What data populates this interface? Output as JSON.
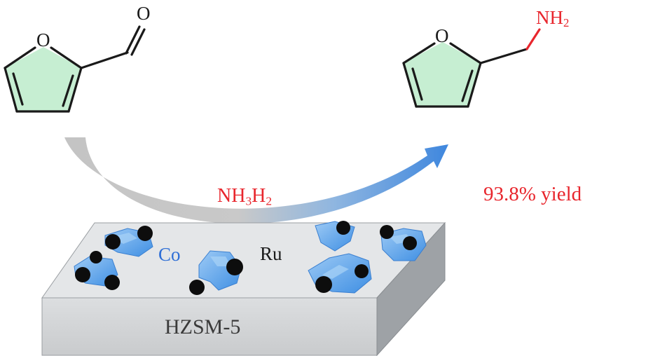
{
  "reactant": {
    "oxygen_label": "O",
    "carbonyl_label": "O"
  },
  "product": {
    "oxygen_label": "O",
    "amine_label": "NH",
    "amine_subscript": "2"
  },
  "reagents": {
    "part1": "NH",
    "sub1": "3",
    "part2": "H",
    "sub2": "2"
  },
  "yield_label": "93.8% yield",
  "catalyst": {
    "cobalt_label": "Co",
    "ruthenium_label": "Ru",
    "support_label": "HZSM-5"
  },
  "colors": {
    "ring_fill": "#c6eed2",
    "bond": "#1a1a1a",
    "highlight": "#e8262d",
    "cobalt": "#2f6fd6",
    "cluster": "#5aa3ec",
    "support_top": "#e4e6e8",
    "support_front": "#d3d5d7",
    "support_side": "#9ea2a6",
    "arrow_start": "#b8b8b8",
    "arrow_end": "#3f87de"
  }
}
